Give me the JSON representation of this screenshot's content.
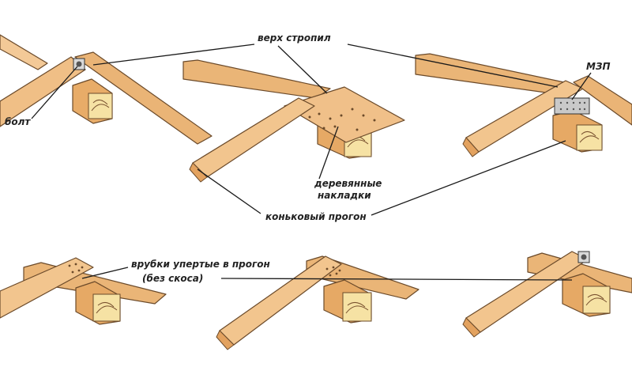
{
  "labels": {
    "rafter_top": "верх стропил",
    "bolt": "болт",
    "mzp": "МЗП",
    "wood_plates_line1": "деревянные",
    "wood_plates_line2": "накладки",
    "ridge_purlin": "коньковый прогон",
    "notches_line1": "врубки упертые в прогон",
    "notches_line2": "(без скоса)"
  },
  "colors": {
    "wood_light": "#f2c48e",
    "wood_mid": "#e9ad6c",
    "wood_dark": "#d8955a",
    "end_grain": "#f6e2a4",
    "outline": "#6b4a2a",
    "plate_metal": "#c9c9c9"
  }
}
